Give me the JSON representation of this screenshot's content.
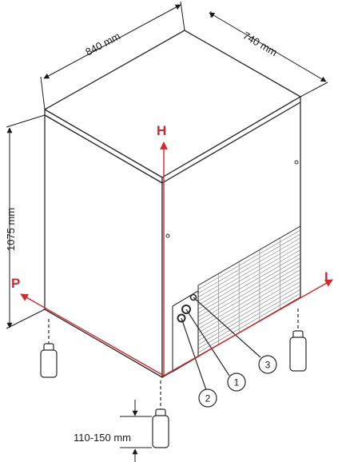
{
  "dimensions": {
    "width": "840 mm",
    "depth": "740 mm",
    "height": "1075 mm",
    "feet": "110-150 mm"
  },
  "axes": {
    "height": "H",
    "left": "P",
    "right": "L"
  },
  "callouts": [
    "1",
    "2",
    "3"
  ],
  "colors": {
    "line": "#2a2a2a",
    "axis": "#d8262a",
    "grille": "#9a9a9a"
  }
}
